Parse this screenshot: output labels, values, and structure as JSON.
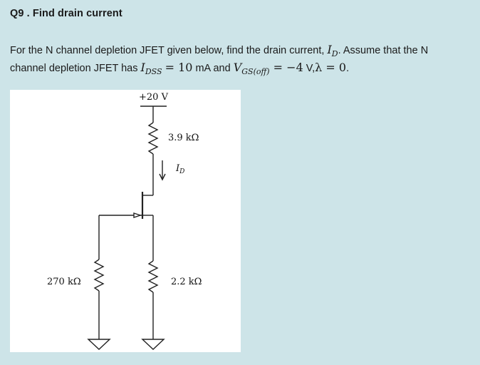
{
  "question": {
    "title": "Q9 . Find drain current",
    "line1_text": "For the N channel depletion JFET given below, find the drain current,",
    "line1_var": "I",
    "line1_var_sub": "D",
    "line1_tail": ". Assume that the N",
    "line2_text": "channel depletion JFET has",
    "idss_var": "I",
    "idss_sub": "DSS",
    "idss_eq": "= 10",
    "idss_unit": " mA and ",
    "vgs_var": "V",
    "vgs_sub": "GS(off)",
    "vgs_eq": " = −4",
    "vgs_unit": " V,",
    "lambda_eq": "λ = 0",
    "line2_tail": "."
  },
  "circuit": {
    "supply_label": "+20 V",
    "rd_label": "3.9 kΩ",
    "current_label_var": "I",
    "current_label_sub": "D",
    "rg_label": "270 kΩ",
    "rs_label": "2.2 kΩ"
  }
}
